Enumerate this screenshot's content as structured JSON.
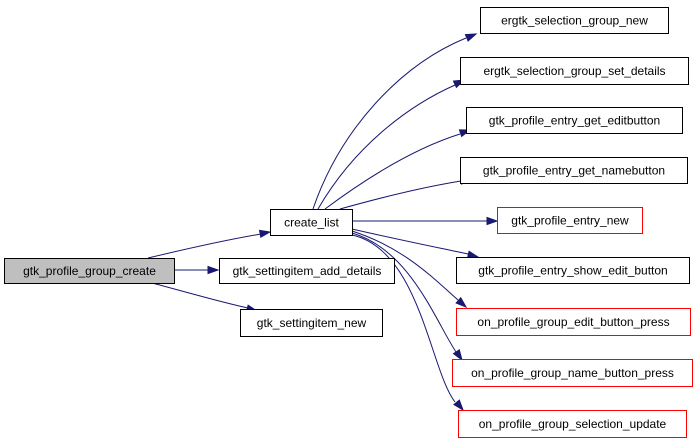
{
  "colors": {
    "edge": "#191970",
    "node_border_normal": "#000000",
    "node_border_external": "#ff0000",
    "node_fill_normal": "#ffffff",
    "node_fill_root": "#bfbfbf"
  },
  "nodes": [
    {
      "id": "gtk_profile_group_create",
      "label": "gtk_profile_group_create",
      "kind": "root"
    },
    {
      "id": "create_list",
      "label": "create_list",
      "kind": "normal"
    },
    {
      "id": "gtk_settingitem_add_details",
      "label": "gtk_settingitem_add_details",
      "kind": "normal"
    },
    {
      "id": "gtk_settingitem_new",
      "label": "gtk_settingitem_new",
      "kind": "normal"
    },
    {
      "id": "ergtk_selection_group_new",
      "label": "ergtk_selection_group_new",
      "kind": "normal"
    },
    {
      "id": "ergtk_selection_group_set_details",
      "label": "ergtk_selection_group_set_details",
      "kind": "normal"
    },
    {
      "id": "gtk_profile_entry_get_editbutton",
      "label": "gtk_profile_entry_get_editbutton",
      "kind": "normal"
    },
    {
      "id": "gtk_profile_entry_get_namebutton",
      "label": "gtk_profile_entry_get_namebutton",
      "kind": "normal"
    },
    {
      "id": "gtk_profile_entry_new",
      "label": "gtk_profile_entry_new",
      "kind": "external"
    },
    {
      "id": "gtk_profile_entry_show_edit_button",
      "label": "gtk_profile_entry_show_edit_button",
      "kind": "normal"
    },
    {
      "id": "on_profile_group_edit_button_press",
      "label": "on_profile_group_edit_button_press",
      "kind": "external"
    },
    {
      "id": "on_profile_group_name_button_press",
      "label": "on_profile_group_name_button_press",
      "kind": "external"
    },
    {
      "id": "on_profile_group_selection_update",
      "label": "on_profile_group_selection_update",
      "kind": "external"
    }
  ],
  "edges": [
    {
      "from": "gtk_profile_group_create",
      "to": "create_list"
    },
    {
      "from": "gtk_profile_group_create",
      "to": "gtk_settingitem_add_details"
    },
    {
      "from": "gtk_profile_group_create",
      "to": "gtk_settingitem_new"
    },
    {
      "from": "create_list",
      "to": "ergtk_selection_group_new"
    },
    {
      "from": "create_list",
      "to": "ergtk_selection_group_set_details"
    },
    {
      "from": "create_list",
      "to": "gtk_profile_entry_get_editbutton"
    },
    {
      "from": "create_list",
      "to": "gtk_profile_entry_get_namebutton"
    },
    {
      "from": "create_list",
      "to": "gtk_profile_entry_new"
    },
    {
      "from": "create_list",
      "to": "gtk_profile_entry_show_edit_button"
    },
    {
      "from": "create_list",
      "to": "on_profile_group_edit_button_press"
    },
    {
      "from": "create_list",
      "to": "on_profile_group_name_button_press"
    },
    {
      "from": "create_list",
      "to": "on_profile_group_selection_update"
    }
  ]
}
